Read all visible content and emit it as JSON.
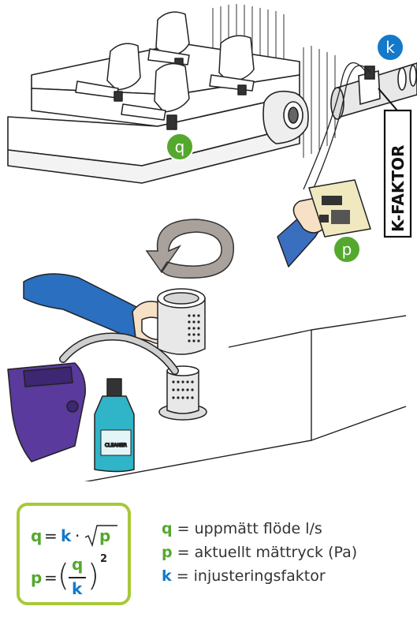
{
  "labels": {
    "q": "q",
    "k": "k",
    "p": "p",
    "k_faktor": "K-FAKTOR",
    "cleaner": "CLEANER"
  },
  "formula": {
    "f1": {
      "lhs": "q",
      "eq": "=",
      "k": "k",
      "dot": "·",
      "p": "p"
    },
    "f2": {
      "lhs": "p",
      "eq": "=",
      "num": "q",
      "den": "k",
      "exp": "2"
    }
  },
  "legend": [
    {
      "symbol": "q",
      "text": "= uppmätt flöde l/s",
      "color": "#54a82e"
    },
    {
      "symbol": "p",
      "text": "= aktuellt mättryck (Pa)",
      "color": "#54a82e"
    },
    {
      "symbol": "k",
      "text": "= injusteringsfaktor",
      "color": "#1479c9"
    }
  ],
  "colors": {
    "green_accent": "#54a82e",
    "blue_accent": "#1479c9",
    "frame_green": "#a7c93a",
    "sleeve_blue": "#2a6fc0",
    "vacuum_purple": "#5a3a9c",
    "bottle_teal": "#2fb4c8"
  }
}
